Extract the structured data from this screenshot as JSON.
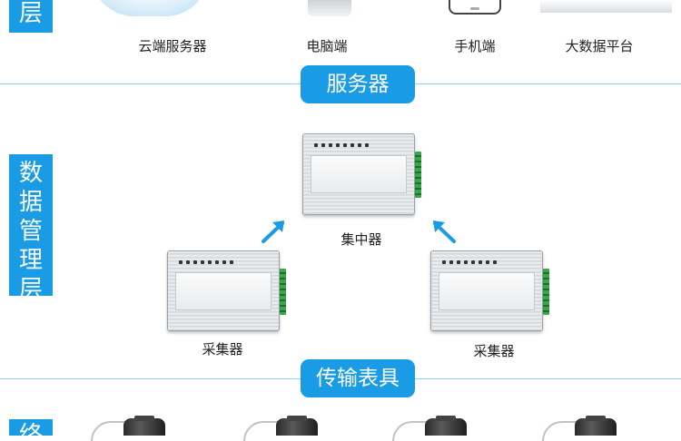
{
  "layers": {
    "top_partial": "层",
    "data_management": [
      "数",
      "据",
      "管",
      "理",
      "层"
    ],
    "bottom_partial": "终"
  },
  "top_items": [
    {
      "label": "云端服务器",
      "icon": "cloud-icon"
    },
    {
      "label": "电脑端",
      "icon": "monitor-icon"
    },
    {
      "label": "手机端",
      "icon": "phone-icon"
    },
    {
      "label": "大数据平台",
      "icon": "bigdata-icon"
    }
  ],
  "pills": {
    "server": "服务器",
    "transmission_meters": "传输表具"
  },
  "devices": {
    "concentrator": "集中器",
    "collector_left": "采集器",
    "collector_right": "采集器"
  },
  "colors": {
    "accent": "#1a9be6",
    "divider": "#8fd1f2",
    "terminal_green": "#39a64a"
  }
}
